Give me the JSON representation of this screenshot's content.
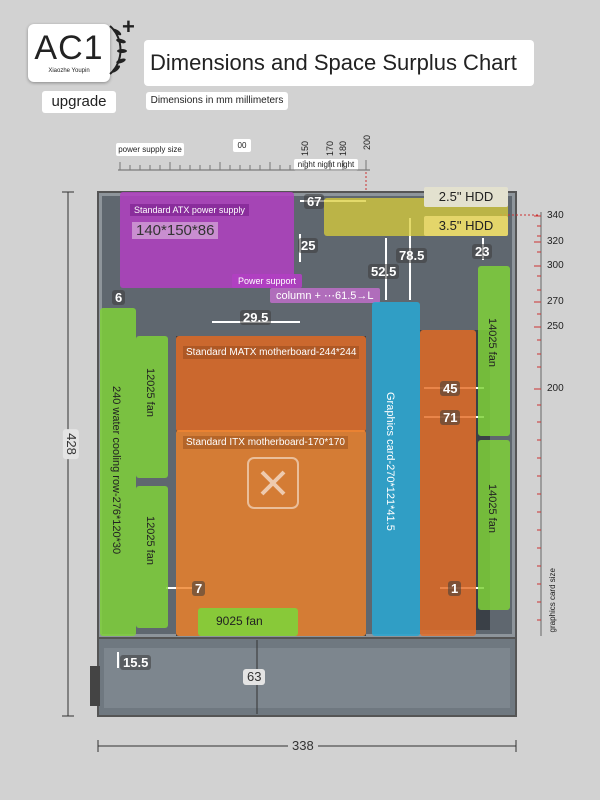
{
  "brand": {
    "logo": "AC1",
    "logo_subtitle": "Xiaozhe Youpin",
    "badge": "upgrade",
    "plus": "+"
  },
  "title": "Dimensions and Space Surplus Chart",
  "units_note": "Dimensions in mm millimeters",
  "psu_ruler": {
    "label": "power supply size",
    "zero": "00",
    "ticks": [
      "150",
      "170",
      "180",
      "200"
    ],
    "night_label": "night night night"
  },
  "gpu_ruler": {
    "ticks": [
      "340",
      "320",
      "300",
      "270",
      "250",
      "200"
    ],
    "label": "graphics card size"
  },
  "components": {
    "psu_label": "Standard ATX power supply",
    "psu_size": "140*150*86",
    "power_support": "Power support",
    "column": "column + ⋯61.5→L",
    "hdd_25": "2.5\" HDD",
    "hdd_35": "3.5\" HDD",
    "matx": "Standard MATX motherboard-244*244",
    "itx": "Standard ITX motherboard-170*170",
    "gpu": "Graphics card-270*121*41.5",
    "radiator": "240 water cooling row-276*120*30",
    "fan_12025_top": "12025 fan",
    "fan_12025_bottom": "12025 fan",
    "fan_14025_top": "14025 fan",
    "fan_14025_bottom": "14025 fan",
    "fan_9025": "9025 fan"
  },
  "dimensions": {
    "d67": "67",
    "d25": "25",
    "d52_5": "52.5",
    "d78_5": "78.5",
    "d23": "23",
    "d29_5": "29.5",
    "d6": "6",
    "d45": "45",
    "d71": "71",
    "d7": "7",
    "d1": "1",
    "d15_5": "15.5",
    "d63": "63",
    "height": "428",
    "width": "338"
  },
  "colors": {
    "psu": "#b13fc2",
    "hdd": "#d9cd3a",
    "board": "#e5702a",
    "gpu": "#2aa6d2",
    "fan": "#7fd13a",
    "case": "#4f5b64"
  }
}
